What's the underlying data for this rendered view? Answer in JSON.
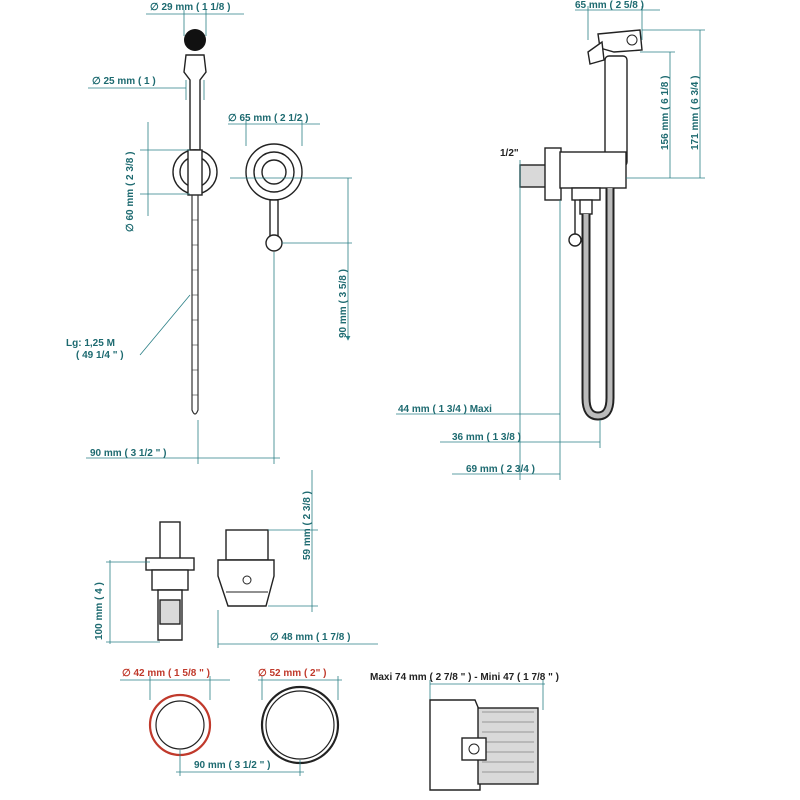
{
  "dims": {
    "d_29": "∅ 29 mm ( 1 1/8 )",
    "d_25": "∅ 25 mm ( 1 )",
    "d_65": "∅ 65 mm ( 2 1/2 )",
    "d_60": "∅ 60 mm ( 2 3/8 )",
    "lg_1": "Lg: 1,25 M",
    "lg_2": "( 49 1/4 \" )",
    "h_90": "90 mm ( 3 5/8 )",
    "w_90": "90 mm ( 3 1/2 \" )",
    "w_65": "65 mm ( 2 5/8 )",
    "h_156": "156 mm ( 6 1/8 )",
    "h_171": "171 mm ( 6 3/4 )",
    "thread": "1/2\"",
    "w_44": "44 mm ( 1 3/4 )  Maxi",
    "w_36": "36 mm ( 1 3/8 )",
    "w_69": "69 mm ( 2 3/4 )",
    "h_59": "59 mm ( 2 3/8 )",
    "h_100": "100 mm ( 4 )",
    "d_48": "∅ 48 mm ( 1 7/8 )",
    "d_42": "∅ 42 mm ( 1 5/8 \" )",
    "d_52": "∅ 52 mm ( 2\" )",
    "w_90b": "90 mm ( 3 1/2 \" )",
    "maxi_mini": "Maxi  74 mm ( 2 7/8 \" )  - Mini 47 ( 1 7/8 \" )"
  },
  "colors": {
    "dimension": "#1d6a70",
    "highlight": "#c0392b",
    "outline": "#222222"
  }
}
